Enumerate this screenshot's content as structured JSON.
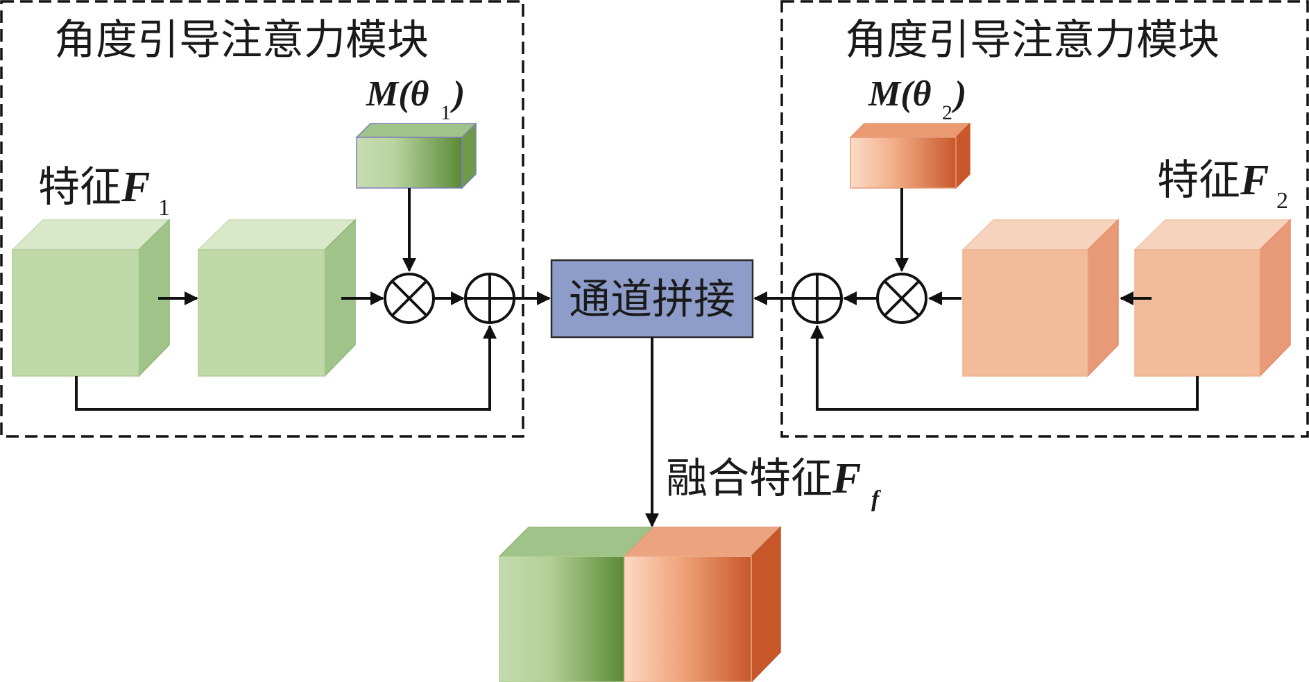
{
  "modules": {
    "left_title": "角度引导注意力模块",
    "right_title": "角度引导注意力模块"
  },
  "features": {
    "f1_prefix": "特征",
    "f1_var": "F",
    "f1_sub": "1",
    "f2_prefix": "特征",
    "f2_var": "F",
    "f2_sub": "2"
  },
  "maps": {
    "m1_label": "M(θ",
    "m1_sub": "1",
    "m1_close": ")",
    "m2_label": "M(θ",
    "m2_sub": "2",
    "m2_close": ")"
  },
  "concat": {
    "label": "通道拼接"
  },
  "fused": {
    "prefix": "融合特征",
    "var": "F",
    "sub": "f"
  },
  "colors": {
    "green_front": "#c0d9a8",
    "green_top": "#d9e8c9",
    "green_side": "#9fc388",
    "green_dark": "#5e8c38",
    "orange_front": "#f2bc9b",
    "orange_top": "#f6d3bd",
    "orange_side": "#e89a78",
    "orange_dark": "#c75a28",
    "concat_fill": "#8e9cc9",
    "concat_stroke": "#2a2a2a"
  }
}
